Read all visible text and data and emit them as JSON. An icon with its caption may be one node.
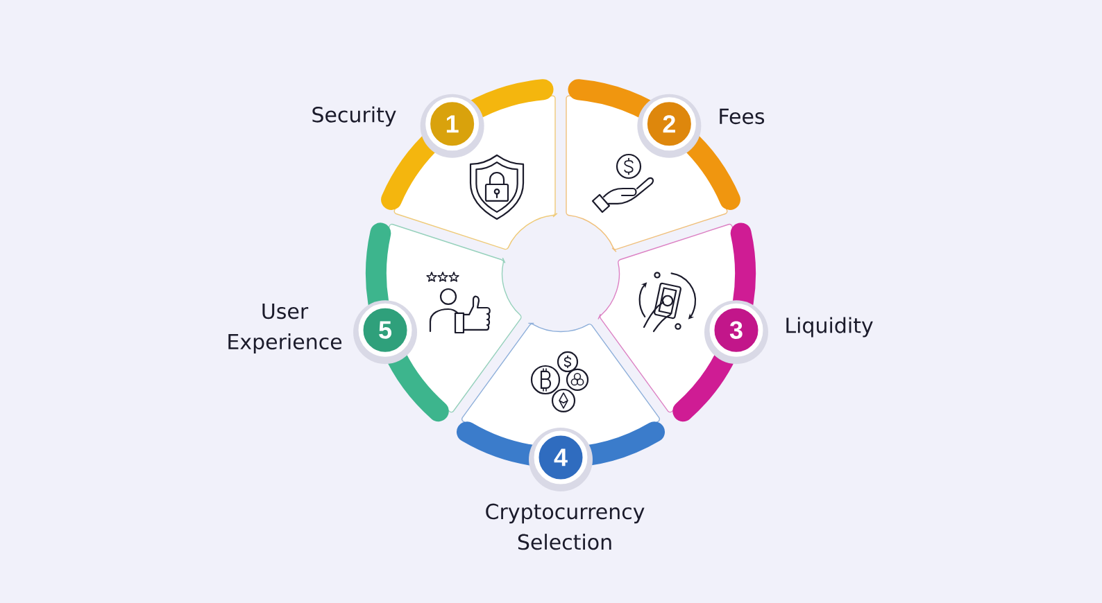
{
  "diagram": {
    "nodes": [
      {
        "text": [
          "1"
        ],
        "beside": [
          "Security"
        ]
      },
      {
        "text": [
          "2"
        ],
        "beside": [
          "Fees"
        ]
      },
      {
        "text": [
          "3"
        ],
        "beside": [
          "Liquidity"
        ]
      },
      {
        "text": [
          "4"
        ],
        "beside": [
          "Cryptocurrency Selection"
        ]
      },
      {
        "text": [
          "5"
        ],
        "beside": [
          "User Experience"
        ]
      }
    ]
  }
}
